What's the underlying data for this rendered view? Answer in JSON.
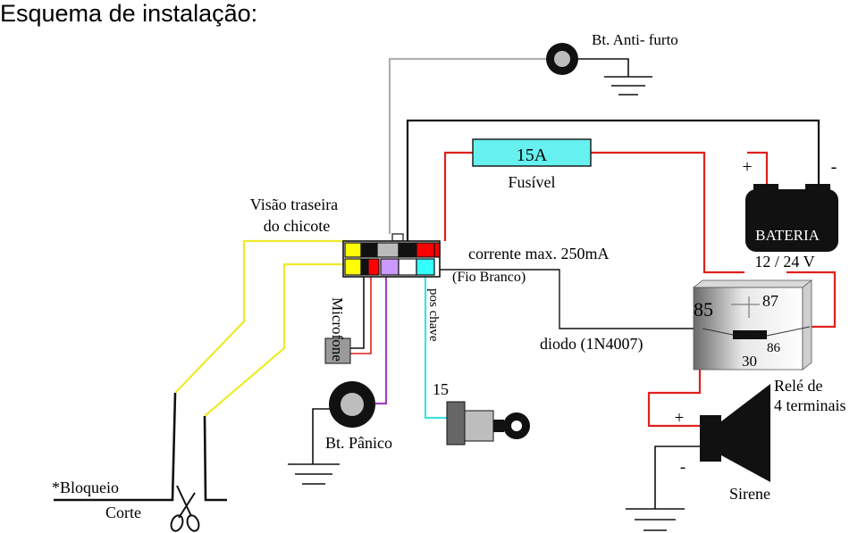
{
  "title": "Esquema de instalação:",
  "labels": {
    "anti_theft_button": "Bt. Anti- furto",
    "fuse_rating": "15A",
    "fuse": "Fusível",
    "battery_plus": "+",
    "battery_minus": "-",
    "battery": "BATERIA",
    "battery_voltage": "12 / 24 V",
    "rear_view_line1": "Visão traseira",
    "rear_view_line2": "do chicote",
    "max_current": "corrente max. 250mA",
    "white_wire": "(Fio Branco)",
    "diode": "diodo (1N4007)",
    "microphone": "Microfone",
    "ignition": "pos chave",
    "ignition_pin": "15",
    "panic_button": "Bt. Pânico",
    "relay_85": "85",
    "relay_87": "87",
    "relay_86": "86",
    "relay_30": "30",
    "relay_line1": "Relé de",
    "relay_line2": "4 terminais",
    "siren_plus": "+",
    "siren_minus": "-",
    "siren": "Sirene",
    "block_line1": "*Bloqueio",
    "block_line2": "Corte"
  },
  "colors": {
    "wire_red": "#e0201c",
    "wire_black": "#111111",
    "wire_gray": "#b0b0b0",
    "wire_yellow": "#eeea2a",
    "wire_purple": "#a040c0",
    "wire_cyan": "#40e0e0",
    "fuse_fill": "#66f0f0",
    "pin_purple": "#cc99ff",
    "pin_cyan": "#33ffff",
    "pin_yellow": "#ffff00",
    "pin_red": "#ff0000",
    "pin_gray": "#bbbbbb"
  },
  "icons": [
    "push-button-icon",
    "ground-icon",
    "battery-icon",
    "relay-icon",
    "siren-icon",
    "ignition-key-icon",
    "scissors-icon"
  ]
}
